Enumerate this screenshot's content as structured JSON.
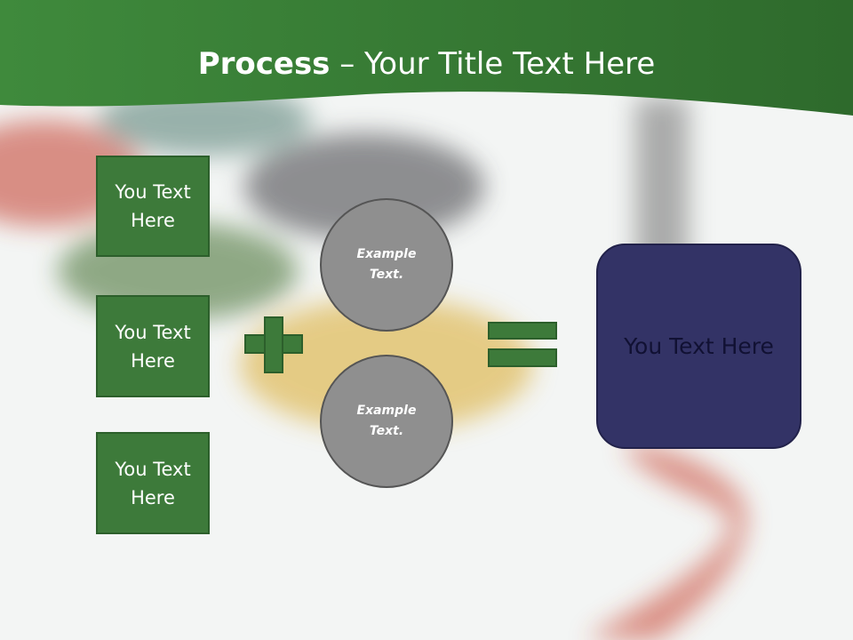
{
  "title": {
    "bold": "Process",
    "rest": " – Your Title Text Here"
  },
  "left_boxes": [
    {
      "text": "You Text Here"
    },
    {
      "text": "You Text Here"
    },
    {
      "text": "You Text Here"
    }
  ],
  "circles": [
    {
      "text": "Example Text."
    },
    {
      "text": "Example Text."
    }
  ],
  "operators": {
    "plus": "plus-sign",
    "equals": "equals-sign"
  },
  "result": {
    "text": "You Text Here"
  },
  "colors": {
    "header": "#3d7a3a",
    "box": "#3d7a3a",
    "circle": "#8f8f8f",
    "result": "#333366"
  }
}
